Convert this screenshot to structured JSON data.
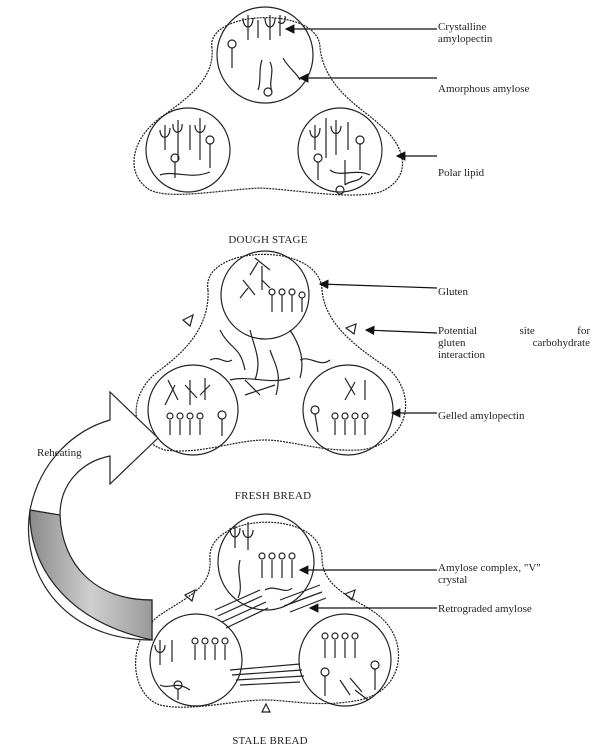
{
  "stages": {
    "dough": "DOUGH STAGE",
    "fresh": "FRESH BREAD",
    "stale": "STALE BREAD"
  },
  "labels": {
    "crystalline_line1": "Crystalline",
    "crystalline_line2": "amylopectin",
    "amorphous_amylose": "Amorphous amylose",
    "polar_lipid": "Polar lipid",
    "gluten": "Gluten",
    "potential_site_line1": "Potential site for",
    "potential_site_line2": "gluten carbohydrate",
    "potential_site_line3": "interaction",
    "gelled_amylopectin": "Gelled amylopectin",
    "amylose_complex_line1": "Amylose complex, \"V\"",
    "amylose_complex_line2": "crystal",
    "retrograded_amylose": "Retrograded amylose"
  },
  "arrow_label": "Reheating"
}
